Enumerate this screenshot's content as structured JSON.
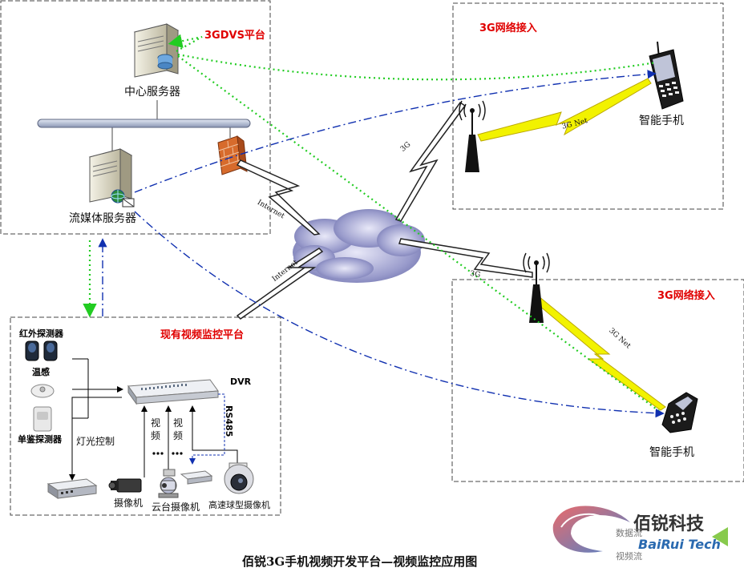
{
  "zones": {
    "dvs": "3GDVS平台",
    "access_top": "3G网络接入",
    "access_bottom": "3G网络接入",
    "monitor": "现有视频监控平台"
  },
  "servers": {
    "central": "中心服务器",
    "streaming": "流媒体服务器"
  },
  "phones": {
    "top": "智能手机",
    "bottom": "智能手机"
  },
  "links": {
    "internet_upper": "Internet",
    "internet_lower": "Internet",
    "g3_upper": "3G",
    "g3_lower": "3G",
    "g3net_upper": "3G Net",
    "g3net_lower": "3G Net"
  },
  "devices": {
    "infrared": "红外探测器",
    "temperature": "温感",
    "single_detector": "单鉴探测器",
    "dvr": "DVR",
    "rs485": "RS485",
    "light_control": "灯光控制",
    "video1": [
      "视",
      "频"
    ],
    "video2": [
      "视",
      "频"
    ],
    "camera": "摄像机",
    "ptz_camera": "云台摄像机",
    "dome_camera": "高速球型摄像机"
  },
  "legend": {
    "data_stream": "数据流",
    "video_stream": "视频流"
  },
  "logo": {
    "cn": "佰锐科技",
    "en": "BaiRui Tech"
  },
  "caption": "佰锐3G手机视频开发平台—视频监控应用图",
  "colors": {
    "zone_title": "#e00000",
    "video_stream_line": "#1030b0",
    "data_stream_line": "#22cc22",
    "lightning": "#f2f200"
  }
}
